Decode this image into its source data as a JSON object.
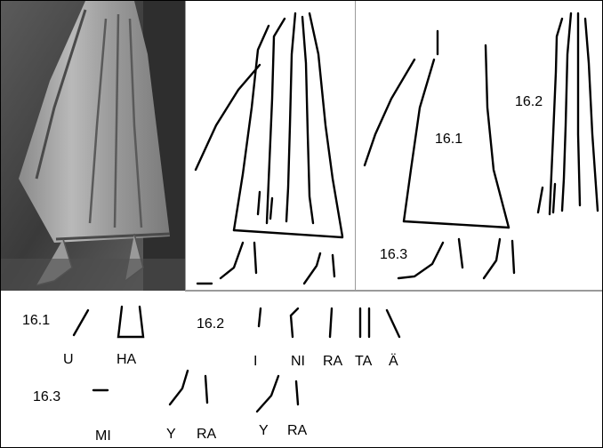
{
  "panels": {
    "photo": {
      "description_icon": "robe-relief-photo"
    },
    "annotated": {
      "group_labels": [
        "16.1",
        "16.2",
        "16.3"
      ]
    }
  },
  "legend": {
    "rows": [
      {
        "code": "16.1",
        "signs": [
          "U",
          "HA"
        ]
      },
      {
        "code": "16.2",
        "signs": [
          "I",
          "NI",
          "RA",
          "TA",
          "Ä"
        ]
      },
      {
        "code": "16.3",
        "signs": [
          "MI",
          "Y",
          "RA",
          "Y",
          "RA"
        ]
      }
    ]
  },
  "colors": {
    "stroke": "#000000",
    "divider": "#9a9a9a"
  }
}
